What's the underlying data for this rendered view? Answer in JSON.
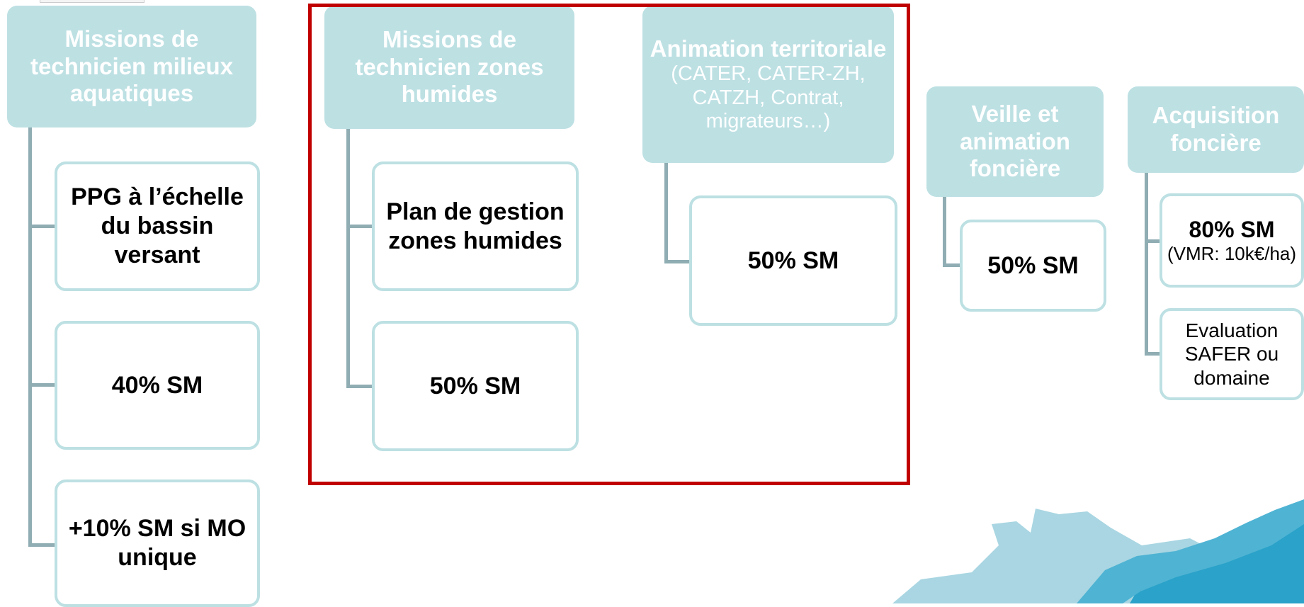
{
  "columns": [
    {
      "header": "Missions de technicien milieux aquatiques",
      "items": [
        "PPG à l’échelle du bassin versant",
        "40% SM",
        "+10% SM si MO unique"
      ]
    },
    {
      "header": "Missions de technicien zones humides",
      "items": [
        "Plan de gestion zones humides",
        "50% SM"
      ]
    },
    {
      "header": "Animation territoriale",
      "header_sub": "(CATER, CATER-ZH, CATZH, Contrat, migrateurs…)",
      "items": [
        "50% SM"
      ]
    },
    {
      "header": "Veille et animation foncière",
      "items": [
        "50% SM"
      ]
    },
    {
      "header": "Acquisition foncière",
      "items": [
        {
          "main": "80% SM",
          "detail": "(VMR: 10k€/ha)"
        },
        "Evaluation SAFER ou domaine"
      ]
    }
  ],
  "colors": {
    "header_fill": "#bde0e3",
    "box_border": "#bde0e3",
    "connector": "#8fadb3",
    "highlight_frame": "#c00000",
    "wave_light": "#a9d6e2",
    "wave_dark": "#2aa2c9"
  }
}
